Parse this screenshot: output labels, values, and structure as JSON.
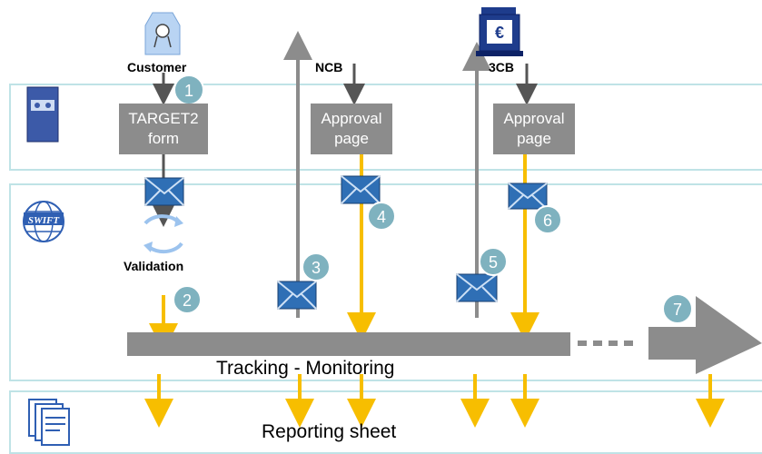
{
  "actors": {
    "customer": "Customer",
    "ncb": "NCB",
    "third_cb": "3CB"
  },
  "boxes": {
    "target2_form": [
      "TARGET2",
      "form"
    ],
    "ncb_approval": [
      "Approval",
      "page"
    ],
    "cb3_approval": [
      "Approval",
      "page"
    ]
  },
  "labels": {
    "validation": "Validation",
    "tracking": "Tracking - Monitoring",
    "reporting": "Reporting sheet"
  },
  "steps": [
    "1",
    "2",
    "3",
    "4",
    "5",
    "6",
    "7"
  ],
  "icons": {
    "customer": "person-certificate-icon",
    "ncb": "bank-euro-icon",
    "server": "server-icon",
    "swift": "swift-globe-icon",
    "reports": "documents-icon",
    "message": "envelope-icon",
    "validation": "refresh-cycle-icon"
  },
  "colors": {
    "lane_border": "#bfe3e6",
    "box_fill": "#8c8c8c",
    "flow_arrow": "#f7be00",
    "dark_arrow": "#555555",
    "envelope": "#2f6fb5",
    "step_circle": "#7fb2bf"
  }
}
